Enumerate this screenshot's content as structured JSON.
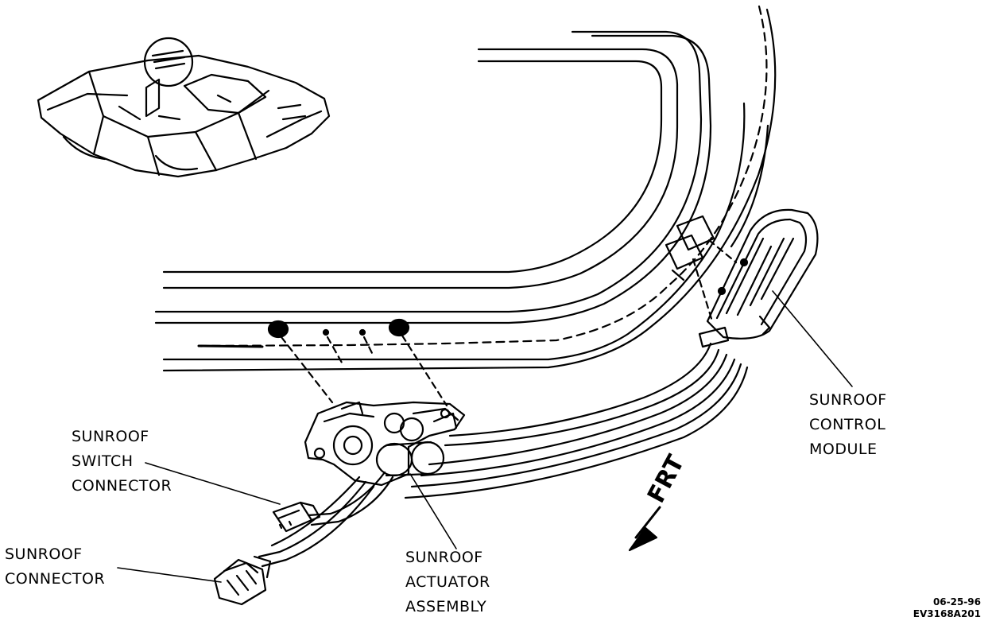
{
  "labels": {
    "switch_connector": [
      "SUNROOF",
      "SWITCH",
      "CONNECTOR"
    ],
    "connector": [
      "SUNROOF",
      "CONNECTOR"
    ],
    "actuator": [
      "SUNROOF",
      "ACTUATOR",
      "ASSEMBLY"
    ],
    "control_module": [
      "SUNROOF",
      "CONTROL",
      "MODULE"
    ]
  },
  "direction_marker": "FRT",
  "illustration_code": [
    "06-25-96",
    "EV3168A201"
  ],
  "colors": {
    "ink": "#000000",
    "paper": "#ffffff"
  }
}
